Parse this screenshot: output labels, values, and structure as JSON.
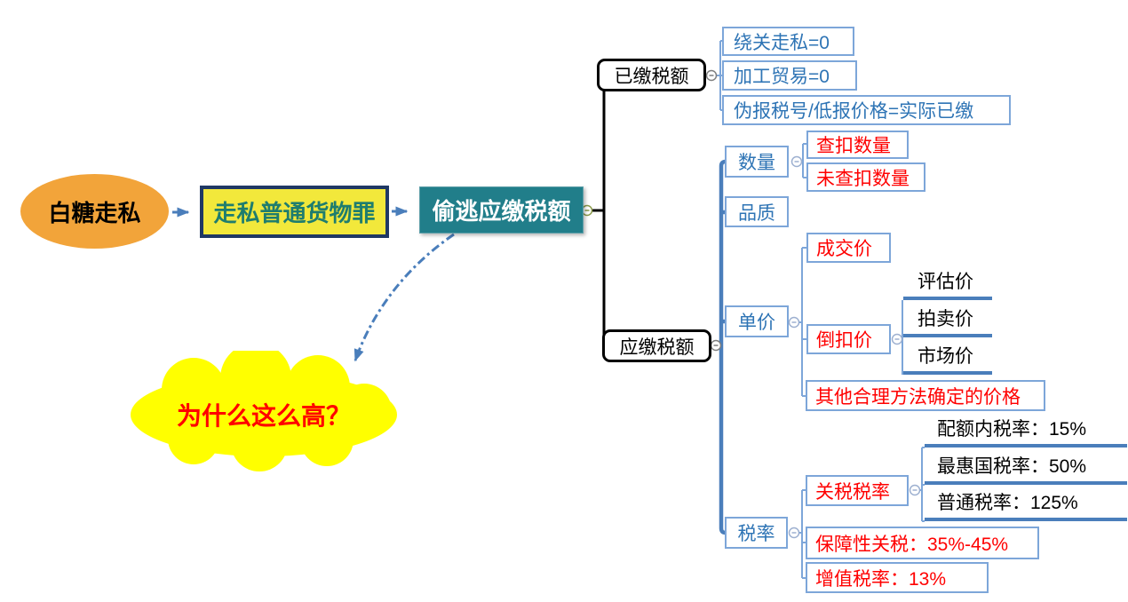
{
  "colors": {
    "accent_blue": "#4A7EBB",
    "light_blue_border": "#7DA6D9",
    "blue_text": "#2E74B5",
    "red_text": "#FF0000",
    "teal_fill": "#217E8A",
    "yellow_box_fill": "#F2E83B",
    "navy_border": "#1F3864",
    "orange_fill": "#F2A43A",
    "cloud_yellow": "#FFFF00",
    "black": "#000000"
  },
  "nodes": {
    "root": {
      "label": "白糖走私"
    },
    "crime": {
      "label": "走私普通货物罪"
    },
    "evaded": {
      "label": "偷逃应缴税额"
    },
    "cloud": {
      "label": "为什么这么高？"
    },
    "paid": {
      "label": "已缴税额",
      "children": [
        {
          "label": "绕关走私=0"
        },
        {
          "label": "加工贸易=0"
        },
        {
          "label": "伪报税号/低报价格=实际已缴"
        }
      ]
    },
    "payable": {
      "label": "应缴税额",
      "quantity": {
        "label": "数量",
        "children": [
          {
            "label": "查扣数量"
          },
          {
            "label": "未查扣数量"
          }
        ]
      },
      "quality": {
        "label": "品质"
      },
      "unit_price": {
        "label": "单价",
        "transaction": {
          "label": "成交价"
        },
        "reverse": {
          "label": "倒扣价",
          "children": [
            {
              "label": "评估价"
            },
            {
              "label": "拍卖价"
            },
            {
              "label": "市场价"
            }
          ]
        },
        "other": {
          "label": "其他合理方法确定的价格"
        }
      },
      "tax_rate": {
        "label": "税率",
        "tariff": {
          "label": "关税税率",
          "children": [
            {
              "label": "配额内税率：15%"
            },
            {
              "label": "最惠国税率：50%"
            },
            {
              "label": "普通税率：125%"
            }
          ]
        },
        "safeguard": {
          "label": "保障性关税：35%-45%"
        },
        "vat": {
          "label": "增值税率：13%"
        }
      }
    }
  }
}
